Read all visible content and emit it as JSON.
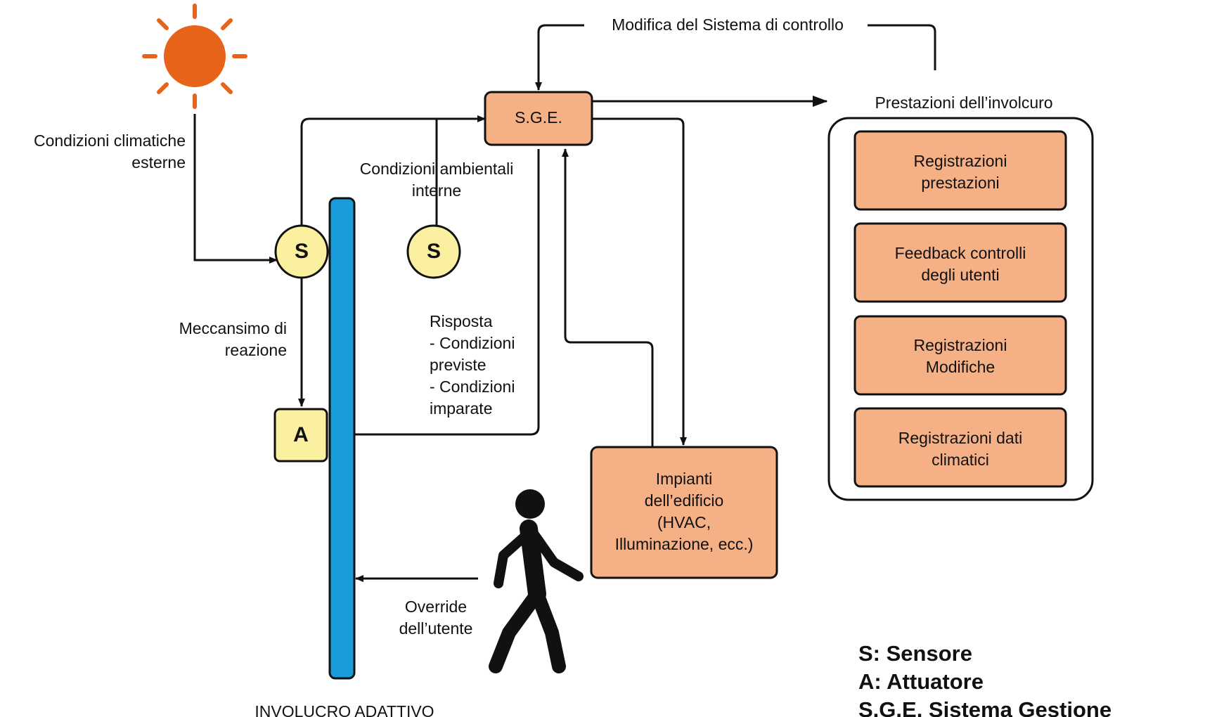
{
  "colors": {
    "sun": "#E8631A",
    "box_fill": "#F5B085",
    "sensor_fill": "#FAF0A0",
    "envelope_bar": "#1A9BDB",
    "line": "#111111"
  },
  "icons": {
    "sun": "sun-icon",
    "person": "walking-person-icon"
  },
  "labels": {
    "top_feedback": "Modifica del Sistema di controllo",
    "external_climate": [
      "Condizioni climatiche",
      "esterne"
    ],
    "internal_conditions": [
      "Condizioni ambientali",
      "interne"
    ],
    "reaction": [
      "Meccansimo di",
      "reazione"
    ],
    "response": [
      "Risposta",
      "- Condizioni",
      "previste",
      "- Condizioni",
      "imparate"
    ],
    "override": [
      "Override",
      "dell’utente"
    ],
    "envelope": "INVOLUCRO ADATTIVO",
    "performance_title": "Prestazioni dell’involcuro"
  },
  "nodes": {
    "sge": "S.G.E.",
    "sensor_outer": "S",
    "sensor_inner": "S",
    "actuator": "A",
    "plants": [
      "Impianti",
      "dell’edificio",
      "(HVAC,",
      "Illuminazione, ecc.)"
    ]
  },
  "performance_items": [
    [
      "Registrazioni",
      "prestazioni"
    ],
    [
      "Feedback controlli",
      "degli utenti"
    ],
    [
      "Registrazioni",
      "Modifiche"
    ],
    [
      "Registrazioni dati",
      "climatici"
    ]
  ],
  "legend": [
    "S: Sensore",
    "A: Attuatore",
    "S.G.E. Sistema Gestione Edificio"
  ]
}
